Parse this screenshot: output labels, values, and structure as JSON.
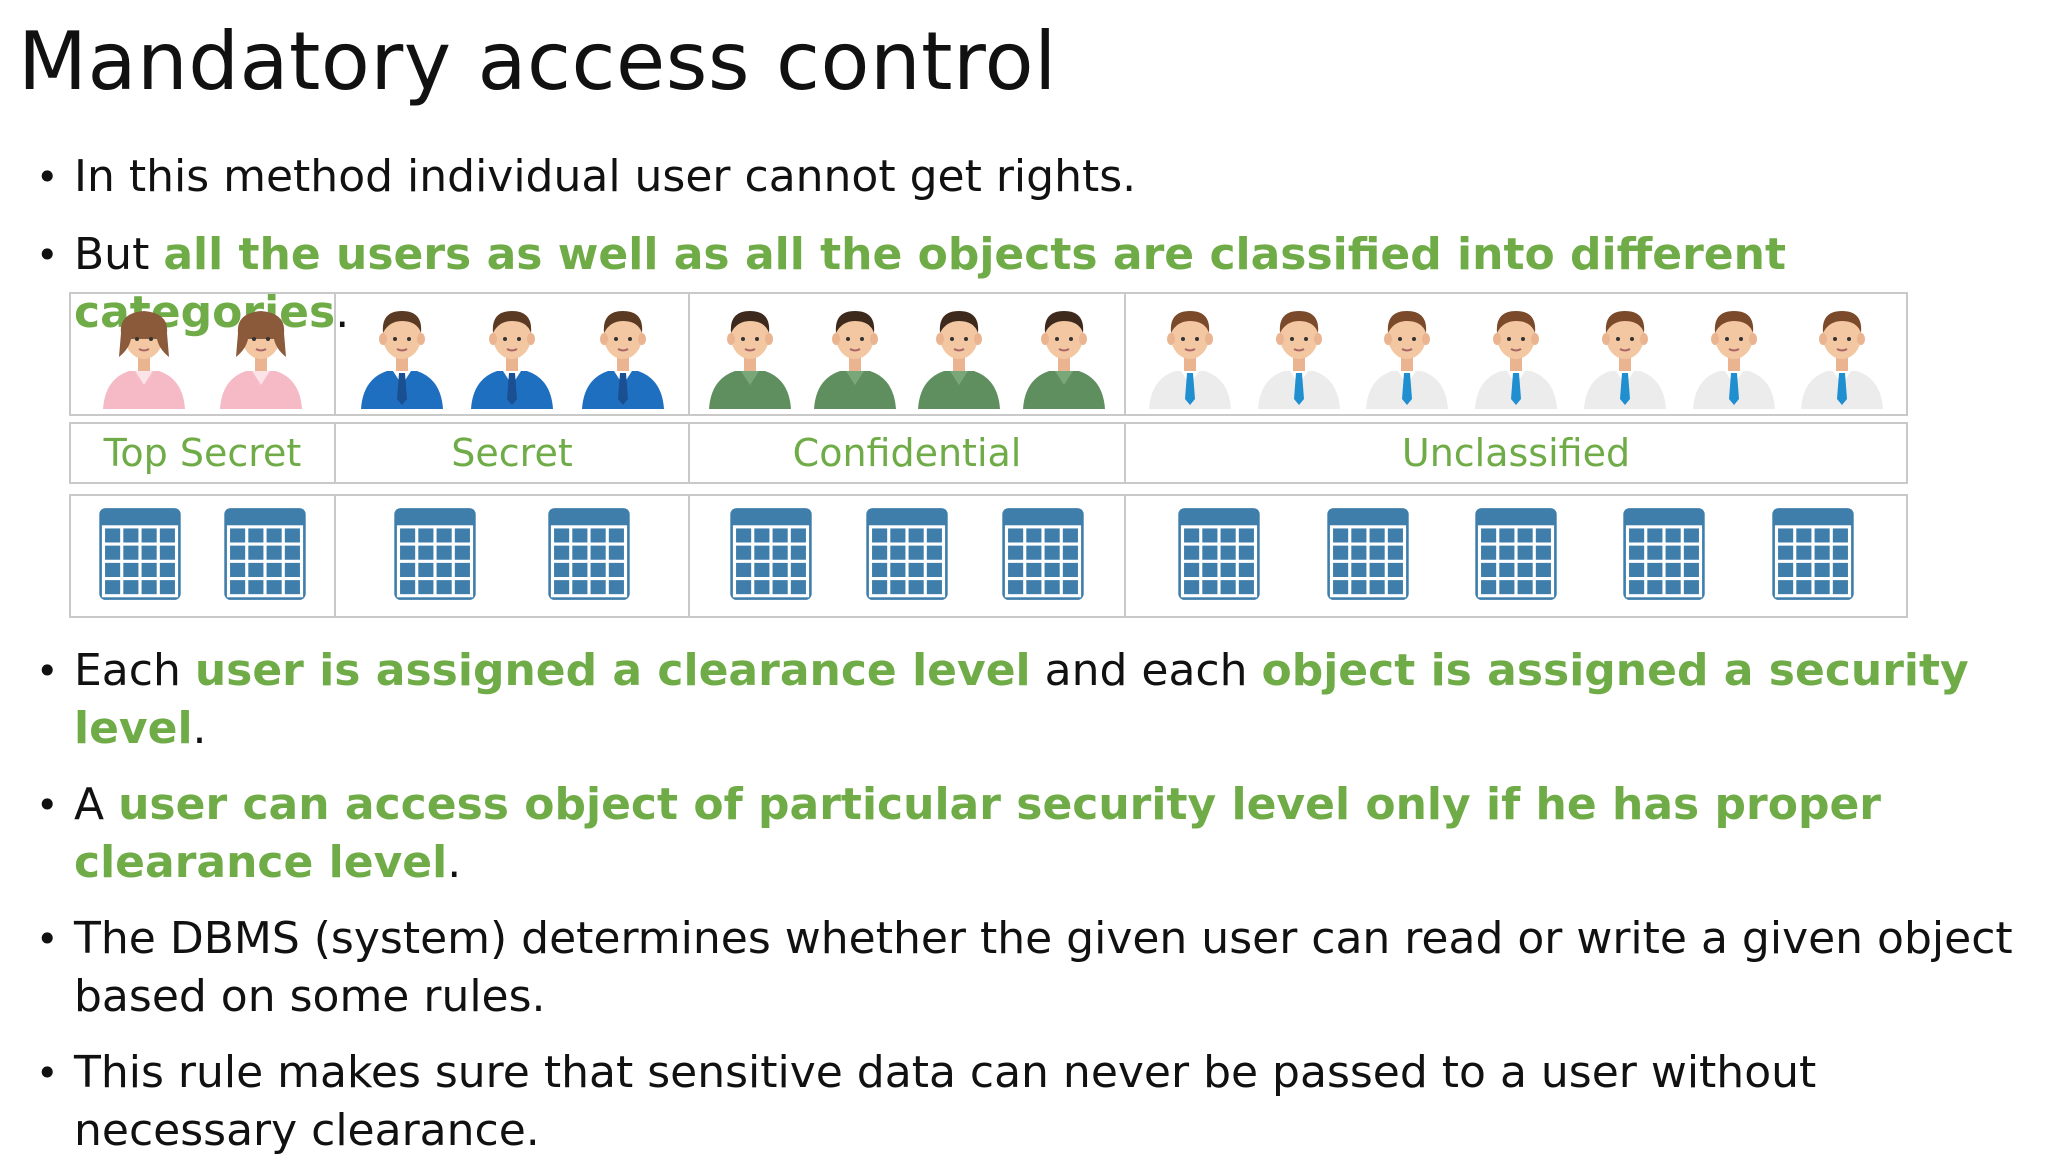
{
  "title": "Mandatory access control",
  "bullets": {
    "b1": "In this method individual user cannot get rights.",
    "b2": {
      "pre": "But ",
      "highlight": "all the users as well as all the objects are classified into different categories",
      "post": "."
    },
    "b3": {
      "pre": "Each ",
      "highlight1": "user is assigned a clearance level",
      "mid": " and each ",
      "highlight2": "object is assigned a security level",
      "post": "."
    },
    "b4": {
      "pre": "A ",
      "highlight": "user can access object of particular security level only if he has proper clearance level",
      "post": "."
    },
    "b5": "The DBMS (system) determines whether the given user can read or write a given object based on some rules.",
    "b6": "This rule makes sure that sensitive data can never be passed to a user without necessary clearance."
  },
  "categories": [
    {
      "label": "Top Secret",
      "users": 2,
      "objects": 2,
      "user_icon": "woman-pink-shirt-icon"
    },
    {
      "label": "Secret",
      "users": 3,
      "objects": 2,
      "user_icon": "man-blue-suit-icon"
    },
    {
      "label": "Confidential",
      "users": 4,
      "objects": 3,
      "user_icon": "man-green-shirt-icon"
    },
    {
      "label": "Unclassified",
      "users": 7,
      "objects": 5,
      "user_icon": "man-white-shirt-icon"
    }
  ],
  "colors": {
    "highlight": "#6fac47",
    "table_icon": "#3f7eab",
    "border": "#c9c9c9"
  }
}
